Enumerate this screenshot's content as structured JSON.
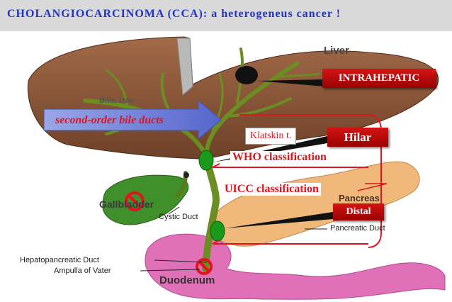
{
  "title": "CHOLANGIOCARCINOMA (CCA): a heterogeneus cancer !",
  "organs": {
    "liver": "Liver",
    "gallbladder": "Gallbladder",
    "pancreas": "Pancreas",
    "duodenum": "Duodenum",
    "bile_tree_partial": "Bilia Tree"
  },
  "anatomy": {
    "cystic_duct": "Cystic Duct",
    "pancreatic_duct": "Pancreatic Duct",
    "hepatopancreatic_duct": "Hepatopancreatic Duct",
    "ampulla": "Ampulla of Vater"
  },
  "tumor_sites": {
    "intrahepatic": "INTRAHEPATIC",
    "hilar": "Hilar",
    "distal": "Distal",
    "klatskin": "Klatskin t."
  },
  "annotations": {
    "second_order": "second-order bile ducts",
    "who": "WHO classification",
    "uicc": "UICC classification"
  },
  "colors": {
    "title_text": "#2233cc",
    "title_bg": "#d9d9d9",
    "liver": "#8b5a3c",
    "duct": "#6b8e23",
    "tumor_green": "#1a9a1a",
    "pancreas": "#f0b87a",
    "duodenum": "#e070b8",
    "red": "#e0141e"
  }
}
